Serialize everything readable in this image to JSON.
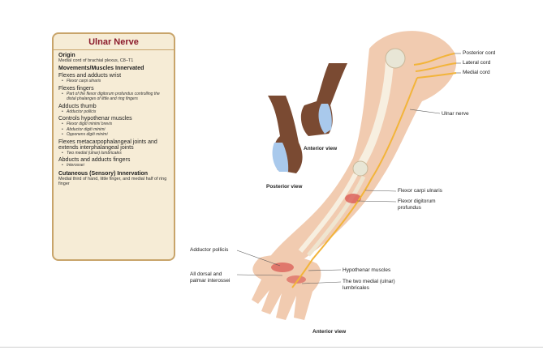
{
  "panel": {
    "title": "Ulnar Nerve",
    "origin_head": "Origin",
    "origin_text": "Medial cord of brachial plexus, C8–T1",
    "movements_head": "Movements/Muscles Innervated",
    "groups": [
      {
        "head": "Flexes and adducts wrist",
        "items": [
          "Flexor carpi ulnaris"
        ]
      },
      {
        "head": "Flexes fingers",
        "items": [
          "Part of the flexor digitorum profundus controlling the distal phalanges of little and ring fingers"
        ]
      },
      {
        "head": "Adducts thumb",
        "items": [
          "Adductor pollicis"
        ]
      },
      {
        "head": "Controls hypothenar muscles",
        "items": [
          "Flexor digiti minimi brevis",
          "Abductor digiti minimi",
          "Opponens digiti minimi"
        ]
      },
      {
        "head": "Flexes metacarpophalangeal joints and extends interphalangeal joints",
        "items": [
          "Two medial (ulnar) lumbricales"
        ]
      },
      {
        "head": "Abducts and adducts fingers",
        "items": [
          "Interossei"
        ]
      }
    ],
    "cutaneous_head": "Cutaneous (Sensory) Innervation",
    "cutaneous_text": "Medial third of hand, little finger, and medial half of ring finger"
  },
  "labels": {
    "posterior_cord": "Posterior cord",
    "lateral_cord": "Lateral cord",
    "medial_cord": "Medial cord",
    "ulnar_nerve": "Ulnar nerve",
    "anterior_view_small": "Anterior view",
    "posterior_view": "Posterior view",
    "flexor_carpi_ulnaris": "Flexor carpi ulnaris",
    "flexor_digitorum_profundus": "Flexor digitorum profundus",
    "adductor_pollicis": "Adductor pollicis",
    "interossei": "All dorsal and palmar interossei",
    "hypothenar": "Hypothenar muscles",
    "lumbricales": "The two medial (ulnar) lumbricales",
    "anterior_view_main": "Anterior view"
  },
  "colors": {
    "skin": "#f1cbb0",
    "skin_dark": "#7a4a32",
    "nerve": "#f2b43a",
    "muscle": "#d9534f",
    "sensory": "#a9c9ec",
    "panel_bg": "#f6ecd6",
    "panel_border": "#c8a46a",
    "title": "#8b1a2b"
  }
}
